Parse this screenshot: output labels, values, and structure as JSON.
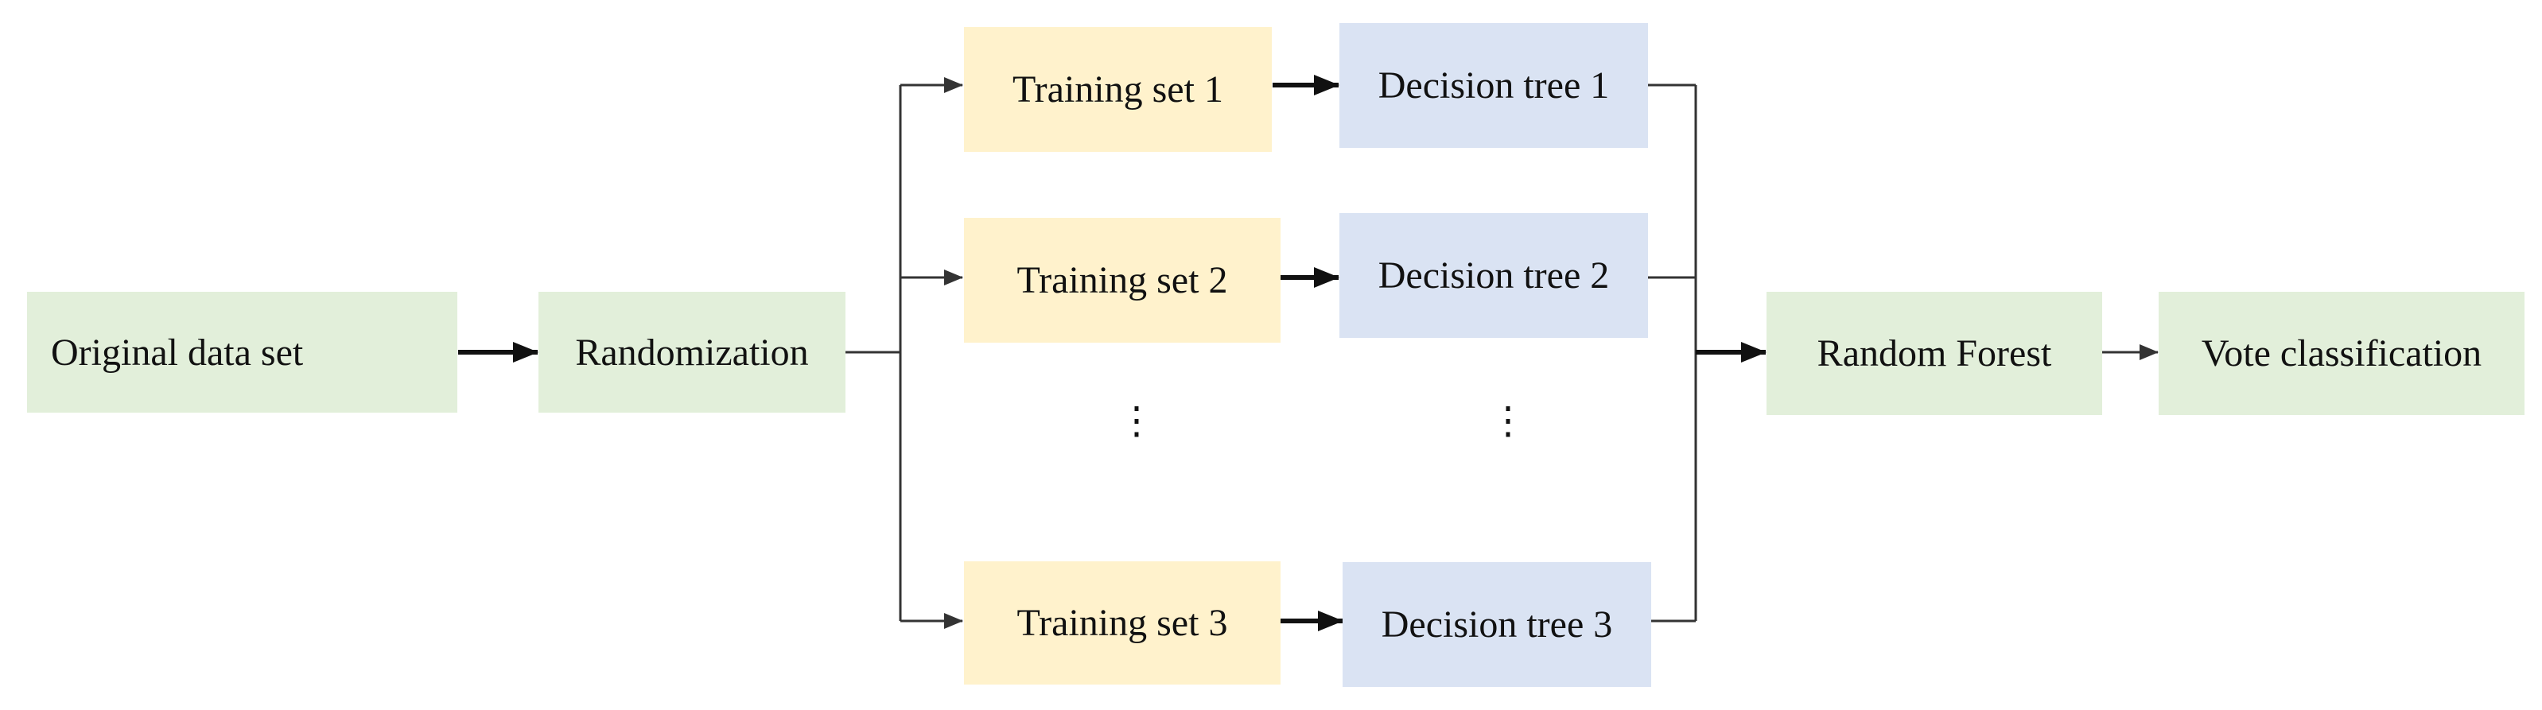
{
  "nodes": {
    "original": "Original data set",
    "randomization": "Randomization",
    "training1": "Training set 1",
    "training2": "Training set 2",
    "training3": "Training set 3",
    "tree1": "Decision tree 1",
    "tree2": "Decision tree 2",
    "tree3": "Decision tree 3",
    "forest": "Random Forest",
    "vote": "Vote classification"
  },
  "ellipsis": "⋮",
  "colors": {
    "green": "#e2efda",
    "yellow": "#fff2cc",
    "blue": "#dae3f3",
    "line": "#333333"
  }
}
